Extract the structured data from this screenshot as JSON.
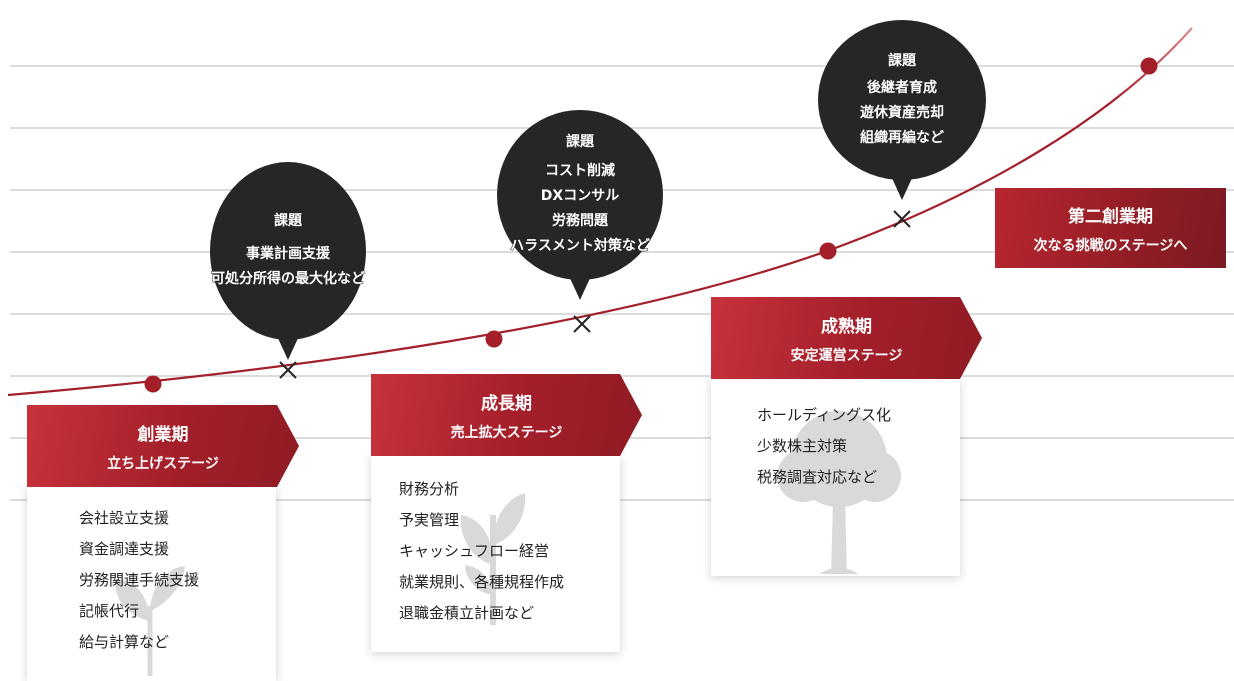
{
  "colors": {
    "brand_red": "#a31f2a",
    "dark_red": "#7d1a21",
    "bubble_black": "#262626",
    "line_gray": "#b8b8b8"
  },
  "stages": [
    {
      "name": "創業期",
      "subtitle": "立ち上げステージ",
      "items": [
        "会社設立支援",
        "資金調達支援",
        "労務関連手続支援",
        "記帳代行",
        "給与計算など"
      ],
      "decoration_icon": "sprout-icon"
    },
    {
      "name": "成長期",
      "subtitle": "売上拡大ステージ",
      "items": [
        "財務分析",
        "予実管理",
        "キャッシュフロー経営",
        "就業規則、各種規程作成",
        "退職金積立計画など"
      ],
      "decoration_icon": "seedling-icon"
    },
    {
      "name": "成熟期",
      "subtitle": "安定運営ステージ",
      "items": [
        "ホールディングス化",
        "少数株主対策",
        "税務調査対応など"
      ],
      "decoration_icon": "tree-icon"
    }
  ],
  "second_stage": {
    "name": "第二創業期",
    "subtitle": "次なる挑戦のステージへ"
  },
  "challenges": [
    {
      "title": "課題",
      "items": [
        "事業計画支援",
        "可処分所得の最大化など"
      ]
    },
    {
      "title": "課題",
      "items": [
        "コスト削減",
        "DXコンサル",
        "労務問題",
        "ハラスメント対策など"
      ]
    },
    {
      "title": "課題",
      "items": [
        "後継者育成",
        "遊休資産売却",
        "組織再編など"
      ]
    }
  ]
}
